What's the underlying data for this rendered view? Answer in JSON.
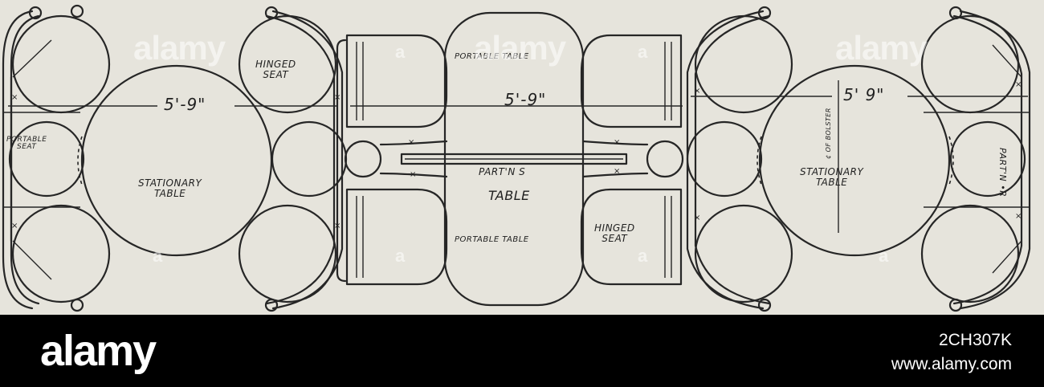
{
  "drawing": {
    "labels": {
      "hinged_seat_top": "HINGED\nSEAT",
      "hinged_seat_bottom": "HINGED\nSEAT",
      "portable_seat": "PORTABLE\nSEAT",
      "stationary_table_left": "STATIONARY\nTABLE",
      "stationary_table_right": "STATIONARY\nTABLE",
      "portable_table_top": "PORTABLE TABLE",
      "portable_table_bottom": "PORTABLE TABLE",
      "partition_s": "PART'N S",
      "center_table": "TABLE",
      "partition_r": "PART'N •R",
      "bolster": "¢ OF BOLSTER",
      "dim_left": "5'-9\"",
      "dim_center": "5'-9\"",
      "dim_right": "5' 9\""
    }
  },
  "watermark": {
    "mark": "alamy",
    "letter": "a"
  },
  "footer": {
    "brand": "alamy",
    "image_id": "2CH307K",
    "site": "www.alamy.com"
  }
}
